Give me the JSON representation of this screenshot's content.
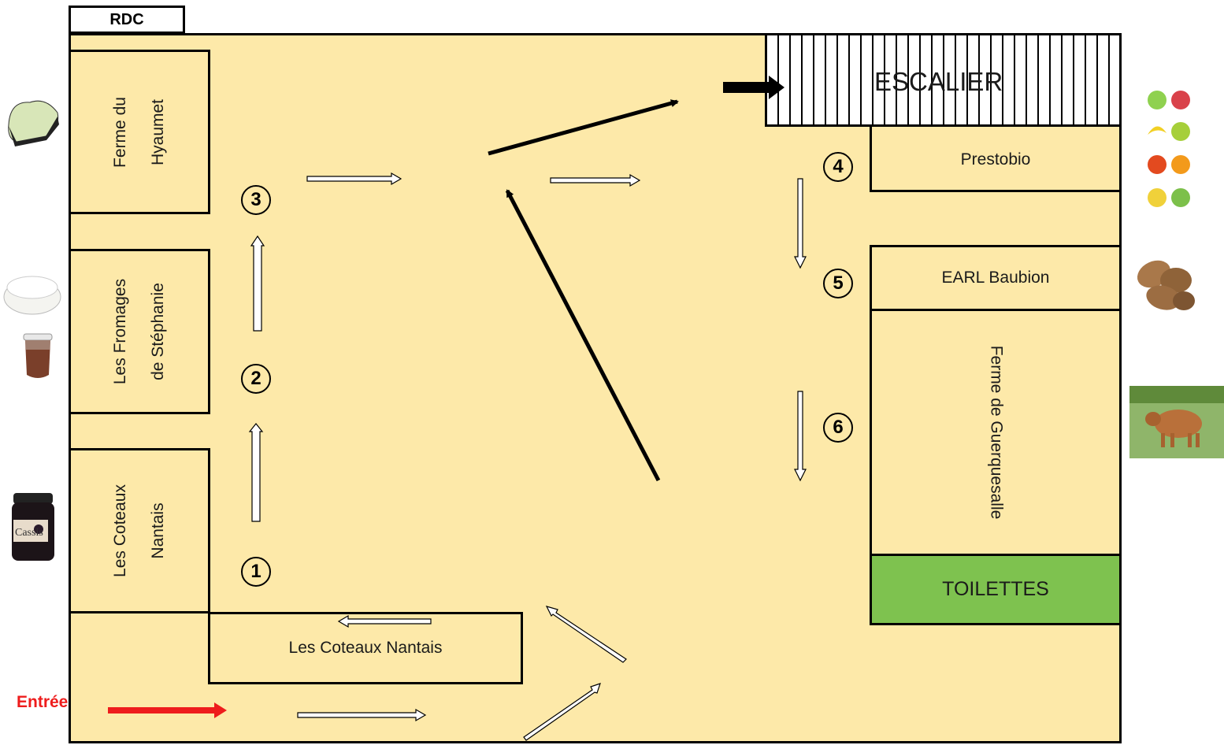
{
  "plan": {
    "floor_tab": "RDC",
    "entrance_label": "Entrée",
    "stairs_label": "ESCALIER",
    "toilets_label": "TOILETTES",
    "colors": {
      "floor": "#fde9a9",
      "toilets": "#7ec24f",
      "entrance_arrow": "#ee1c1c",
      "entrance_text": "#ee1c1c"
    },
    "stalls": {
      "hyaumet": [
        "Ferme du",
        "Hyaumet"
      ],
      "fromages": [
        "Les Fromages",
        "de Stéphanie"
      ],
      "coteaux_left": [
        "Les Coteaux",
        "Nantais"
      ],
      "coteaux_bottom": "Les Coteaux Nantais",
      "prestobio": "Prestobio",
      "baubion": "EARL Baubion",
      "guerquesalle": "Ferme de Guerquesalle"
    },
    "markers": [
      "1",
      "2",
      "3",
      "4",
      "5",
      "6"
    ],
    "product_pictures": [
      "cheese-heart-icon",
      "fresh-cheese-icon",
      "yogurt-jar-icon",
      "cassis-jam-jar-icon",
      "fruits-vegetables-icon",
      "potatoes-icon",
      "cow-icon"
    ],
    "jam_label": "Cassis"
  }
}
